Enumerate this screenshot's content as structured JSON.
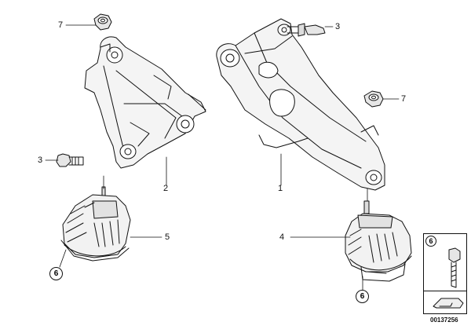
{
  "callouts": {
    "part_1": "1",
    "part_2": "2",
    "part_3_left": "3",
    "part_3_right": "3",
    "part_4": "4",
    "part_5": "5",
    "part_6_left": "6",
    "part_6_right": "6",
    "part_6_box": "6",
    "part_7_left": "7",
    "part_7_right": "7"
  },
  "drawing_code": "00137256"
}
